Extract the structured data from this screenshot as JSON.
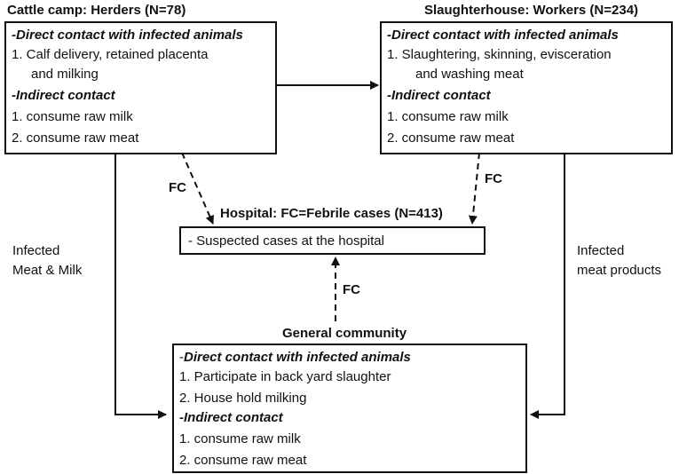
{
  "herders": {
    "title": "Cattle camp:  Herders (N=78)",
    "direct_header": "-Direct contact with infected animals",
    "direct_items": [
      "1.  Calf delivery, retained placenta",
      "and milking"
    ],
    "indirect_header": "-Indirect contact",
    "indirect_items": [
      "1.    consume raw milk",
      "2.   consume raw meat"
    ]
  },
  "workers": {
    "title": "Slaughterhouse: Workers (N=234)",
    "direct_header": "-Direct contact with infected animals",
    "direct_items": [
      "1.    Slaughtering, skinning, evisceration",
      "and washing meat"
    ],
    "indirect_header": "-Indirect contact",
    "indirect_items": [
      "1.    consume raw milk",
      "2.    consume raw meat"
    ]
  },
  "hospital": {
    "title": "Hospital: FC=Febrile cases (N=413)",
    "text": "- Suspected cases at the hospital"
  },
  "community": {
    "title": "General community",
    "direct_header": "Direct contact with infected animals",
    "direct_prefix": "-",
    "direct_items": [
      "1.   Participate in back yard slaughter",
      "2.   House hold milking"
    ],
    "indirect_header": "-Indirect contact",
    "indirect_items": [
      "1.    consume raw milk",
      "2.    consume raw meat"
    ]
  },
  "labels": {
    "left_edge": [
      "Infected",
      "Meat & Milk"
    ],
    "right_edge": [
      "Infected",
      "meat products"
    ],
    "fc": "FC"
  }
}
